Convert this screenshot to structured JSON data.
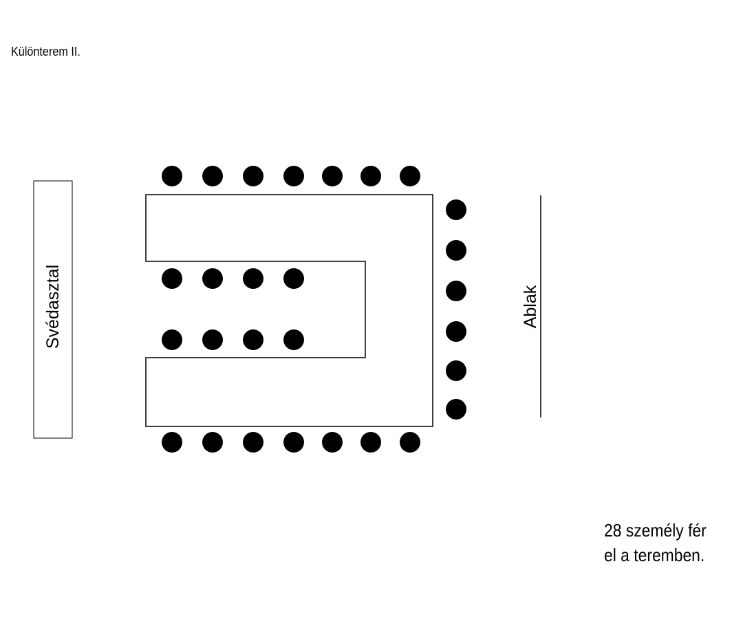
{
  "title": "Különterem II.",
  "buffet_label": "Svédasztal",
  "window_label": "Ablak",
  "capacity_text": {
    "line1": "28 személy fér",
    "line2": "el a teremben."
  },
  "seating": {
    "top_row_count": 7,
    "bottom_row_count": 7,
    "inner_upper_count": 4,
    "inner_lower_count": 4,
    "right_column_count": 6
  }
}
